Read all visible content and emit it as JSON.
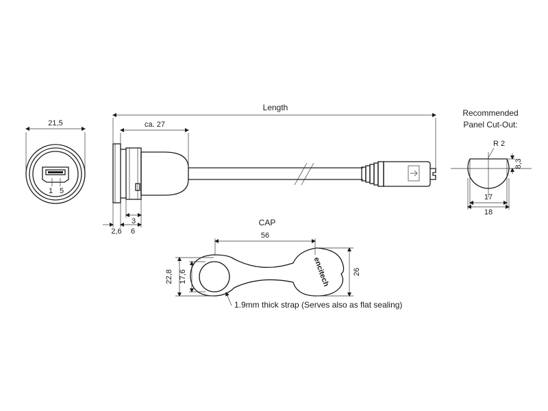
{
  "labels": {
    "width_front": "21,5",
    "pin_1": "1",
    "pin_5": "5",
    "length": "Length",
    "ca_27": "ca. 27",
    "dim_2_6": "2,6",
    "dim_6": "6",
    "dim_3": "3",
    "recommended_line1": "Recommended",
    "recommended_line2": "Panel Cut-Out:",
    "radius": "R 2",
    "dim_8_3": "8,3",
    "dim_17": "17",
    "dim_18": "18",
    "cap_title": "CAP",
    "dim_56": "56",
    "dim_22_8": "22,8",
    "dim_17_6": "17,6",
    "dim_26": "26",
    "brand": "encitech",
    "strap_note": "1.9mm thick strap (Serves also as flat sealing)"
  },
  "colors": {
    "line": "#1a1a1a",
    "background": "#ffffff"
  }
}
